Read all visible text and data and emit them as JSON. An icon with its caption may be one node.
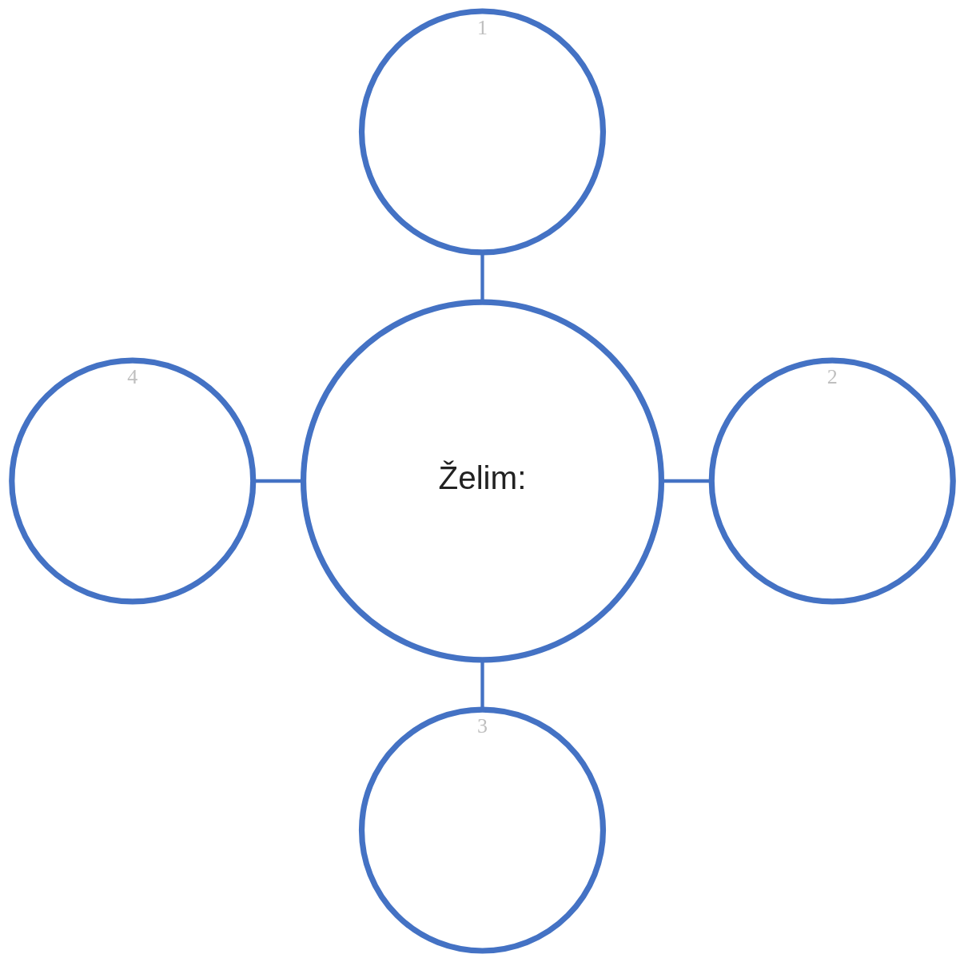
{
  "diagram": {
    "nodes": [
      {
        "text": [
          "1"
        ]
      },
      {
        "text": [
          "4"
        ]
      },
      {
        "text": [
          "Želim:"
        ]
      },
      {
        "text": [
          "2"
        ]
      },
      {
        "text": [
          "3"
        ]
      }
    ],
    "edges": [
      {
        "from": 0,
        "to": 2,
        "arrow": "none"
      },
      {
        "from": 1,
        "to": 2,
        "arrow": "none"
      },
      {
        "from": 2,
        "to": 3,
        "arrow": "none"
      },
      {
        "from": 2,
        "to": 4,
        "arrow": "none"
      }
    ]
  }
}
